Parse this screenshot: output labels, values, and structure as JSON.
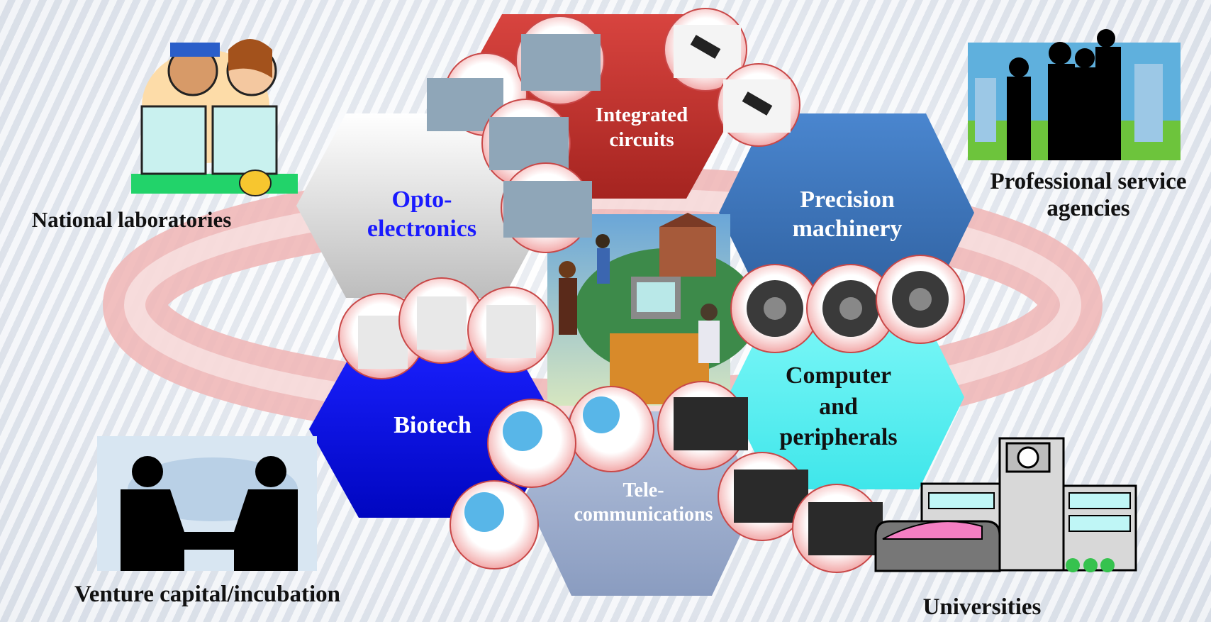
{
  "sectors": {
    "integrated_circuits": "Integrated circuits",
    "opto_electronics_1": "Opto-",
    "opto_electronics_2": "electronics",
    "precision_1": "Precision",
    "precision_2": "machinery",
    "computer_1": "Computer",
    "computer_2": "and",
    "computer_3": "peripherals",
    "biotech": "Biotech",
    "telecom_1": "Tele-",
    "telecom_2": "communications"
  },
  "partners": {
    "national_labs": "National laboratories",
    "professional_services_1": "Professional service",
    "professional_services_2": "agencies",
    "venture_capital": "Venture capital/incubation",
    "universities": "Universities"
  },
  "colors": {
    "integrated_circuits": "#c0302c",
    "opto_electronics": "#d9d9d9",
    "precision": "#3a74bb",
    "computer": "#5ff3f3",
    "biotech": "#0a10e0",
    "telecom": "#9aaccc",
    "ring": "#f3b9b9",
    "opto_text": "#1a1aff"
  }
}
